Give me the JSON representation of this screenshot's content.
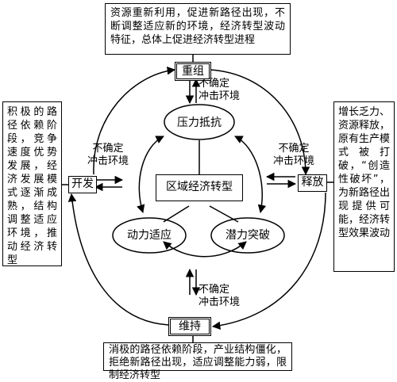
{
  "top_box": {
    "text": "资源重新利用，促进新路径出现，不断调整适应新的环境，经济转型波动特征，总体上促进经济转型进程"
  },
  "left_box": {
    "text": "积极的路径依赖阶段，竞争速度优势发展，经济发展模式逐渐成熟，结构调整适应环境，推动经济转型"
  },
  "right_box": {
    "text": "增长乏力、资源释放，原有生产模式被打破，“创造性破坏”，为新路径出现提供可能，经济转型效果波动"
  },
  "bottom_box": {
    "text": "消极的路径依赖阶段，产业结构僵化，拒绝新路径出现，适应调整能力弱，限制经济转型"
  },
  "stages": {
    "top": "重组",
    "left": "开发",
    "right": "释放",
    "bottom": "维持"
  },
  "nodes": {
    "pressure": "压力抵抗",
    "dynamic": "动力适应",
    "potential": "潜力突破",
    "center": "区域经济转型"
  },
  "uncertain": {
    "top": "不确定\n冲击环境",
    "left": "不确定\n冲击环境",
    "right": "不确定\n冲击环境",
    "bottom": "不确定\n冲击环境"
  }
}
